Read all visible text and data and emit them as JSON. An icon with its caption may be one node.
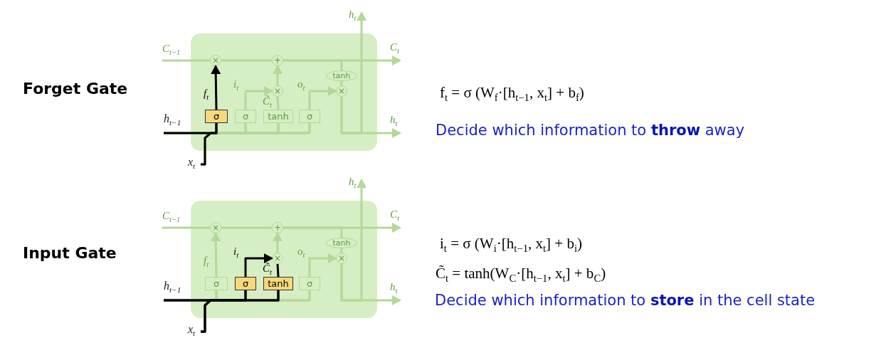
{
  "diagram": {
    "nodes": [
      {
        "text": [],
        "shape": "box"
      },
      {
        "text": [
          "×"
        ],
        "in": 0
      },
      {
        "text": [
          "+"
        ],
        "in": 0
      },
      {
        "text": [
          "×"
        ],
        "in": 0
      },
      {
        "text": [
          "tanh"
        ],
        "in": 0
      },
      {
        "text": [
          "×"
        ],
        "in": 0
      },
      {
        "text": [
          "σ"
        ],
        "in": 0
      },
      {
        "text": [
          "σ"
        ],
        "in": 0
      },
      {
        "text": [
          "tanh"
        ],
        "in": 0
      },
      {
        "text": [
          "σ"
        ],
        "in": 0
      },
      {
        "text": [
          "h$_{t−1}$"
        ]
      },
      {
        "text": [
          "x$_{t}$"
        ]
      },
      {
        "text": [],
        "shape": "box"
      },
      {
        "text": [
          "×"
        ],
        "in": 12
      },
      {
        "text": [
          "+"
        ],
        "in": 12
      },
      {
        "text": [
          "×"
        ],
        "in": 12
      },
      {
        "text": [
          "tanh"
        ],
        "in": 12
      },
      {
        "text": [
          "×"
        ],
        "in": 12
      },
      {
        "text": [
          "σ"
        ],
        "in": 12
      },
      {
        "text": [
          "σ"
        ],
        "in": 12
      },
      {
        "text": [
          "tanh"
        ],
        "in": 12
      },
      {
        "text": [
          "σ"
        ],
        "in": 12
      },
      {
        "text": [
          "h$_{t−1}$"
        ]
      },
      {
        "text": [
          "x$_{t}$"
        ]
      }
    ],
    "edges": [
      {
        "from": null,
        "to": 1,
        "arrow": "none",
        "label": "C$_{t−1}$"
      },
      {
        "from": 1,
        "to": 2,
        "arrow": "none"
      },
      {
        "from": 2,
        "to": null,
        "arrow": "to",
        "label": "C$_{t}$"
      },
      {
        "from": 2,
        "to": 4,
        "arrow": "none"
      },
      {
        "from": 4,
        "to": 5,
        "arrow": "none"
      },
      {
        "from": 9,
        "to": 5,
        "arrow": "to",
        "label": "o$_{t}$"
      },
      {
        "from": 5,
        "to": null,
        "arrow": "to",
        "label": "h$_{t}$"
      },
      {
        "from": 5,
        "to": null,
        "arrow": "to",
        "label": "h$_{t}$"
      },
      {
        "from": 6,
        "to": 1,
        "arrow": "to",
        "label": "f$_{t}$",
        "color": "#000000"
      },
      {
        "from": 7,
        "to": 3,
        "arrow": "to",
        "label": "i$_{t}$"
      },
      {
        "from": 8,
        "to": 3,
        "arrow": "none",
        "label": "C̃$_{t}$"
      },
      {
        "from": 3,
        "to": 2,
        "arrow": "to"
      },
      {
        "from": 10,
        "to": 6,
        "arrow": "none",
        "color": "#000000"
      },
      {
        "from": 10,
        "to": 7,
        "arrow": "none"
      },
      {
        "from": 10,
        "to": 8,
        "arrow": "none"
      },
      {
        "from": 10,
        "to": 9,
        "arrow": "none"
      },
      {
        "from": 11,
        "to": 6,
        "arrow": "none",
        "color": "#000000"
      },
      {
        "from": 11,
        "to": 7,
        "arrow": "none"
      },
      {
        "from": 11,
        "to": 8,
        "arrow": "none"
      },
      {
        "from": 11,
        "to": 9,
        "arrow": "none"
      },
      {
        "from": null,
        "to": 13,
        "arrow": "none",
        "label": "C$_{t−1}$"
      },
      {
        "from": 13,
        "to": 14,
        "arrow": "none"
      },
      {
        "from": 14,
        "to": null,
        "arrow": "to",
        "label": "C$_{t}$"
      },
      {
        "from": 14,
        "to": 16,
        "arrow": "none"
      },
      {
        "from": 16,
        "to": 17,
        "arrow": "none"
      },
      {
        "from": 21,
        "to": 17,
        "arrow": "to",
        "label": "o$_{t}$"
      },
      {
        "from": 17,
        "to": null,
        "arrow": "to",
        "label": "h$_{t}$"
      },
      {
        "from": 17,
        "to": null,
        "arrow": "to",
        "label": "h$_{t}$"
      },
      {
        "from": 18,
        "to": 13,
        "arrow": "to",
        "label": "f$_{t}$"
      },
      {
        "from": 19,
        "to": 15,
        "arrow": "to",
        "label": "i$_{t}$",
        "color": "#000000"
      },
      {
        "from": 20,
        "to": 15,
        "arrow": "none",
        "label": "C̃$_{t}$",
        "color": "#000000"
      },
      {
        "from": 15,
        "to": 14,
        "arrow": "to"
      },
      {
        "from": 22,
        "to": 18,
        "arrow": "none"
      },
      {
        "from": 22,
        "to": 19,
        "arrow": "none",
        "color": "#000000"
      },
      {
        "from": 22,
        "to": 20,
        "arrow": "none",
        "color": "#000000"
      },
      {
        "from": 22,
        "to": 21,
        "arrow": "none"
      },
      {
        "from": 23,
        "to": 18,
        "arrow": "none"
      },
      {
        "from": 23,
        "to": 19,
        "arrow": "none",
        "color": "#000000"
      },
      {
        "from": 23,
        "to": 20,
        "arrow": "none",
        "color": "#000000"
      },
      {
        "from": 23,
        "to": 21,
        "arrow": "none"
      }
    ],
    "labels": [
      "Forget Gate",
      "f$_{t}$ = σ (W$_{f}$·[h$_{t−1}$, x$_{t}$] + b$_{f}$)",
      "Decide which information to **throw** away",
      "Input Gate",
      "i$_{t}$ = σ (W$_{i}$·[h$_{t−1}$, x$_{t}$] + b$_{i}$)",
      "C̃$_{t}$ = tanh(W$_{C}$·[h$_{t−1}$, x$_{t}$] + b$_{C}$)",
      "Decide which information to **store** in the cell state"
    ]
  }
}
